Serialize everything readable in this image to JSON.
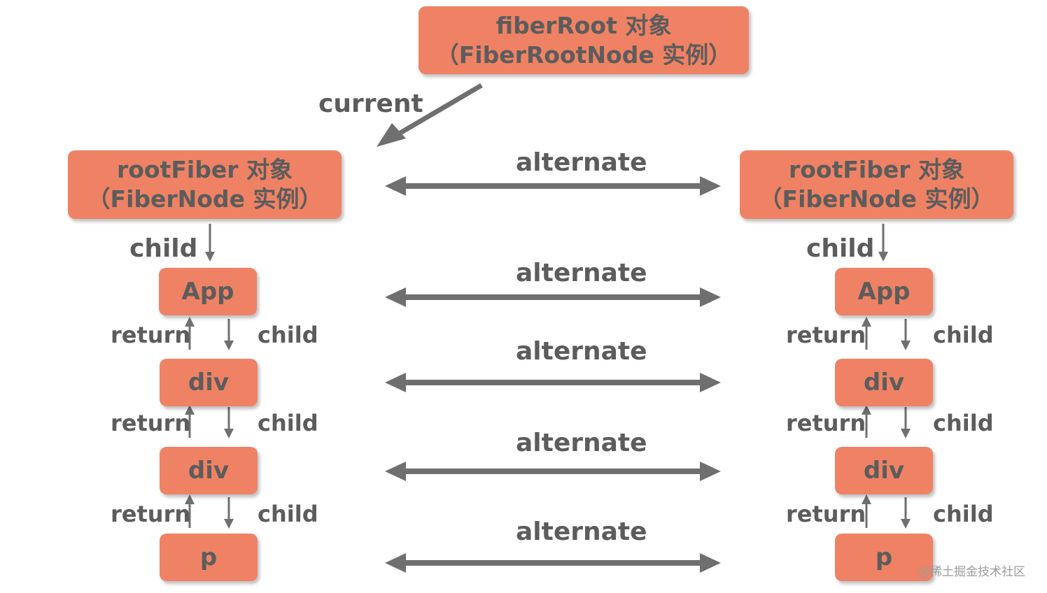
{
  "fiber_root": {
    "line1": "fiberRoot 对象",
    "line2": "（FiberRootNode 实例）"
  },
  "current_label": "current",
  "left_tree": {
    "root": {
      "line1": "rootFiber 对象",
      "line2": "（FiberNode 实例）"
    },
    "root_child_label": "child",
    "nodes": [
      "App",
      "div",
      "div",
      "p"
    ],
    "return_label": "return",
    "child_label": "child"
  },
  "right_tree": {
    "root": {
      "line1": "rootFiber 对象",
      "line2": "（FiberNode 实例）"
    },
    "root_child_label": "child",
    "nodes": [
      "App",
      "div",
      "div",
      "p"
    ],
    "return_label": "return",
    "child_label": "child"
  },
  "alternate_labels": [
    "alternate",
    "alternate",
    "alternate",
    "alternate",
    "alternate"
  ],
  "watermark": "@稀土掘金技术社区",
  "colors": {
    "box_fill": "#ef8264",
    "text": "#5c5c5c",
    "arrow": "#6f6f6f"
  }
}
